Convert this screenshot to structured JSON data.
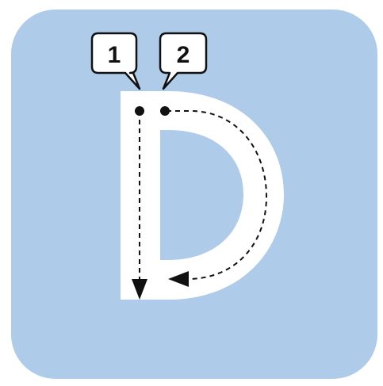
{
  "letter": "D",
  "steps": [
    {
      "number": "1"
    },
    {
      "number": "2"
    }
  ],
  "colors": {
    "background": "#aecbea",
    "letter_fill": "#ffffff",
    "stroke": "#111111",
    "callout_fill": "#ffffff"
  }
}
